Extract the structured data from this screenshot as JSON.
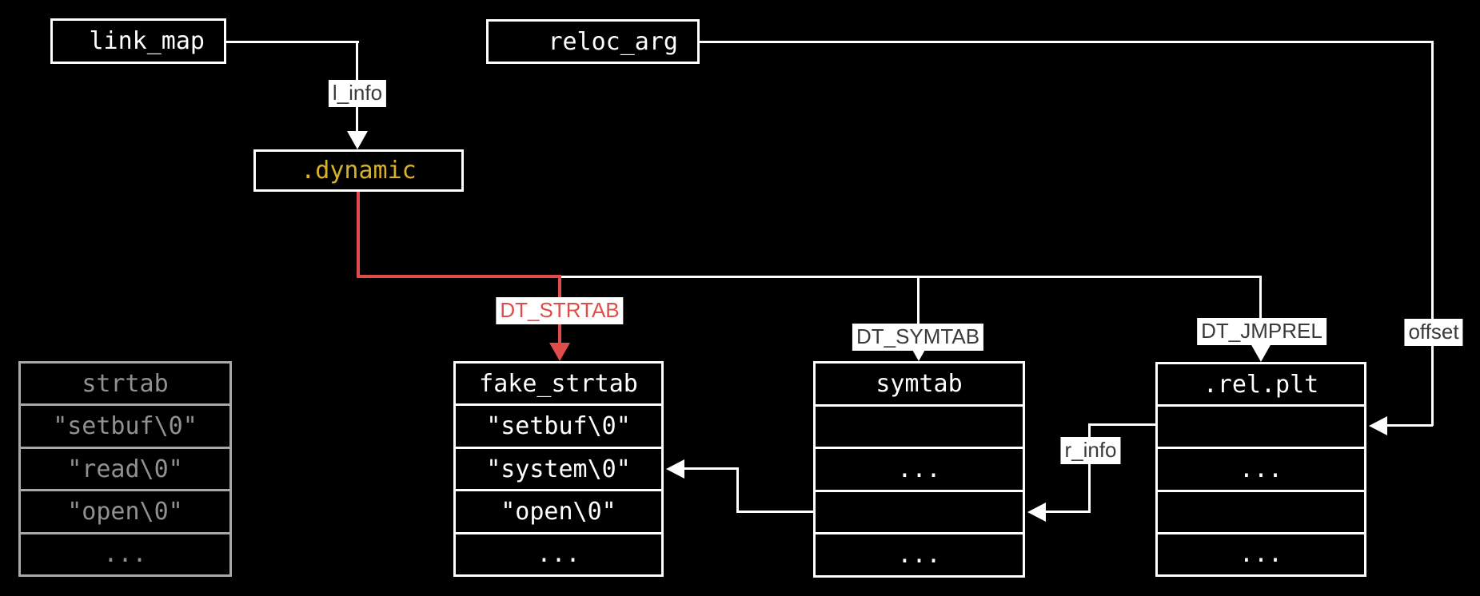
{
  "colors": {
    "background": "#000000",
    "accent_yellow": "#d7b229",
    "accent_red": "#e04c49",
    "dim_yellow": "#97812c",
    "dim_gray_text": "#919191",
    "gray_border": "#a8a8a8",
    "line_white": "#ffffff",
    "edge_label_text": "#3a3a3a"
  },
  "boxes": {
    "link_map": "link_map",
    "reloc_arg": "reloc_arg",
    "dynamic": ".dynamic"
  },
  "edge_labels": {
    "l_info": "l_info",
    "dt_strtab": "DT_STRTAB",
    "dt_symtab": "DT_SYMTAB",
    "dt_jmprel": "DT_JMPREL",
    "offset": "offset",
    "r_info": "r_info"
  },
  "tables": {
    "strtab": {
      "header": "strtab",
      "rows": [
        "\"setbuf\\0\"",
        "\"read\\0\"",
        "\"open\\0\"",
        "..."
      ]
    },
    "fake_strtab": {
      "header": "fake_strtab",
      "rows": [
        "\"setbuf\\0\"",
        "\"system\\0\"",
        "\"open\\0\"",
        "..."
      ]
    },
    "symtab": {
      "header": "symtab",
      "rows": [
        "",
        "...",
        "",
        "..."
      ]
    },
    "rel_plt": {
      "header": ".rel.plt",
      "rows": [
        "",
        "...",
        "",
        "..."
      ]
    }
  }
}
